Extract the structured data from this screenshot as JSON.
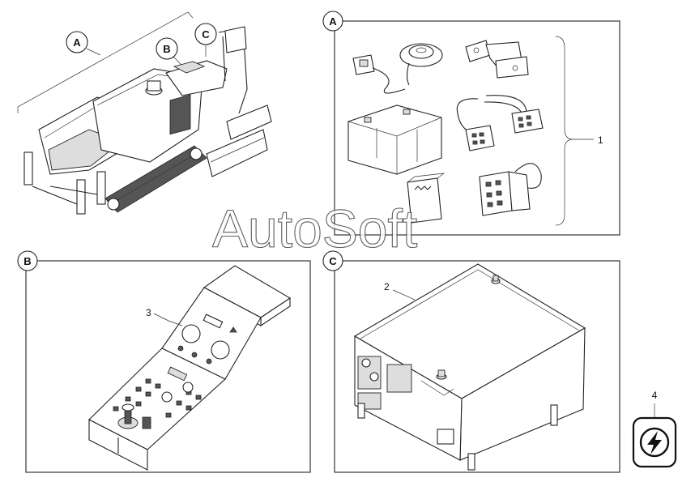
{
  "callouts": {
    "main_a": "A",
    "main_b": "B",
    "main_c": "C",
    "panel_a": "A",
    "panel_b": "B",
    "panel_c": "C"
  },
  "part_numbers": {
    "kit": "1",
    "control_box": "2",
    "operator_console": "3",
    "electrical_symbol": "4"
  },
  "watermark": "AutoSoft",
  "icons": {
    "electrical": "lightning-bolt-icon"
  }
}
